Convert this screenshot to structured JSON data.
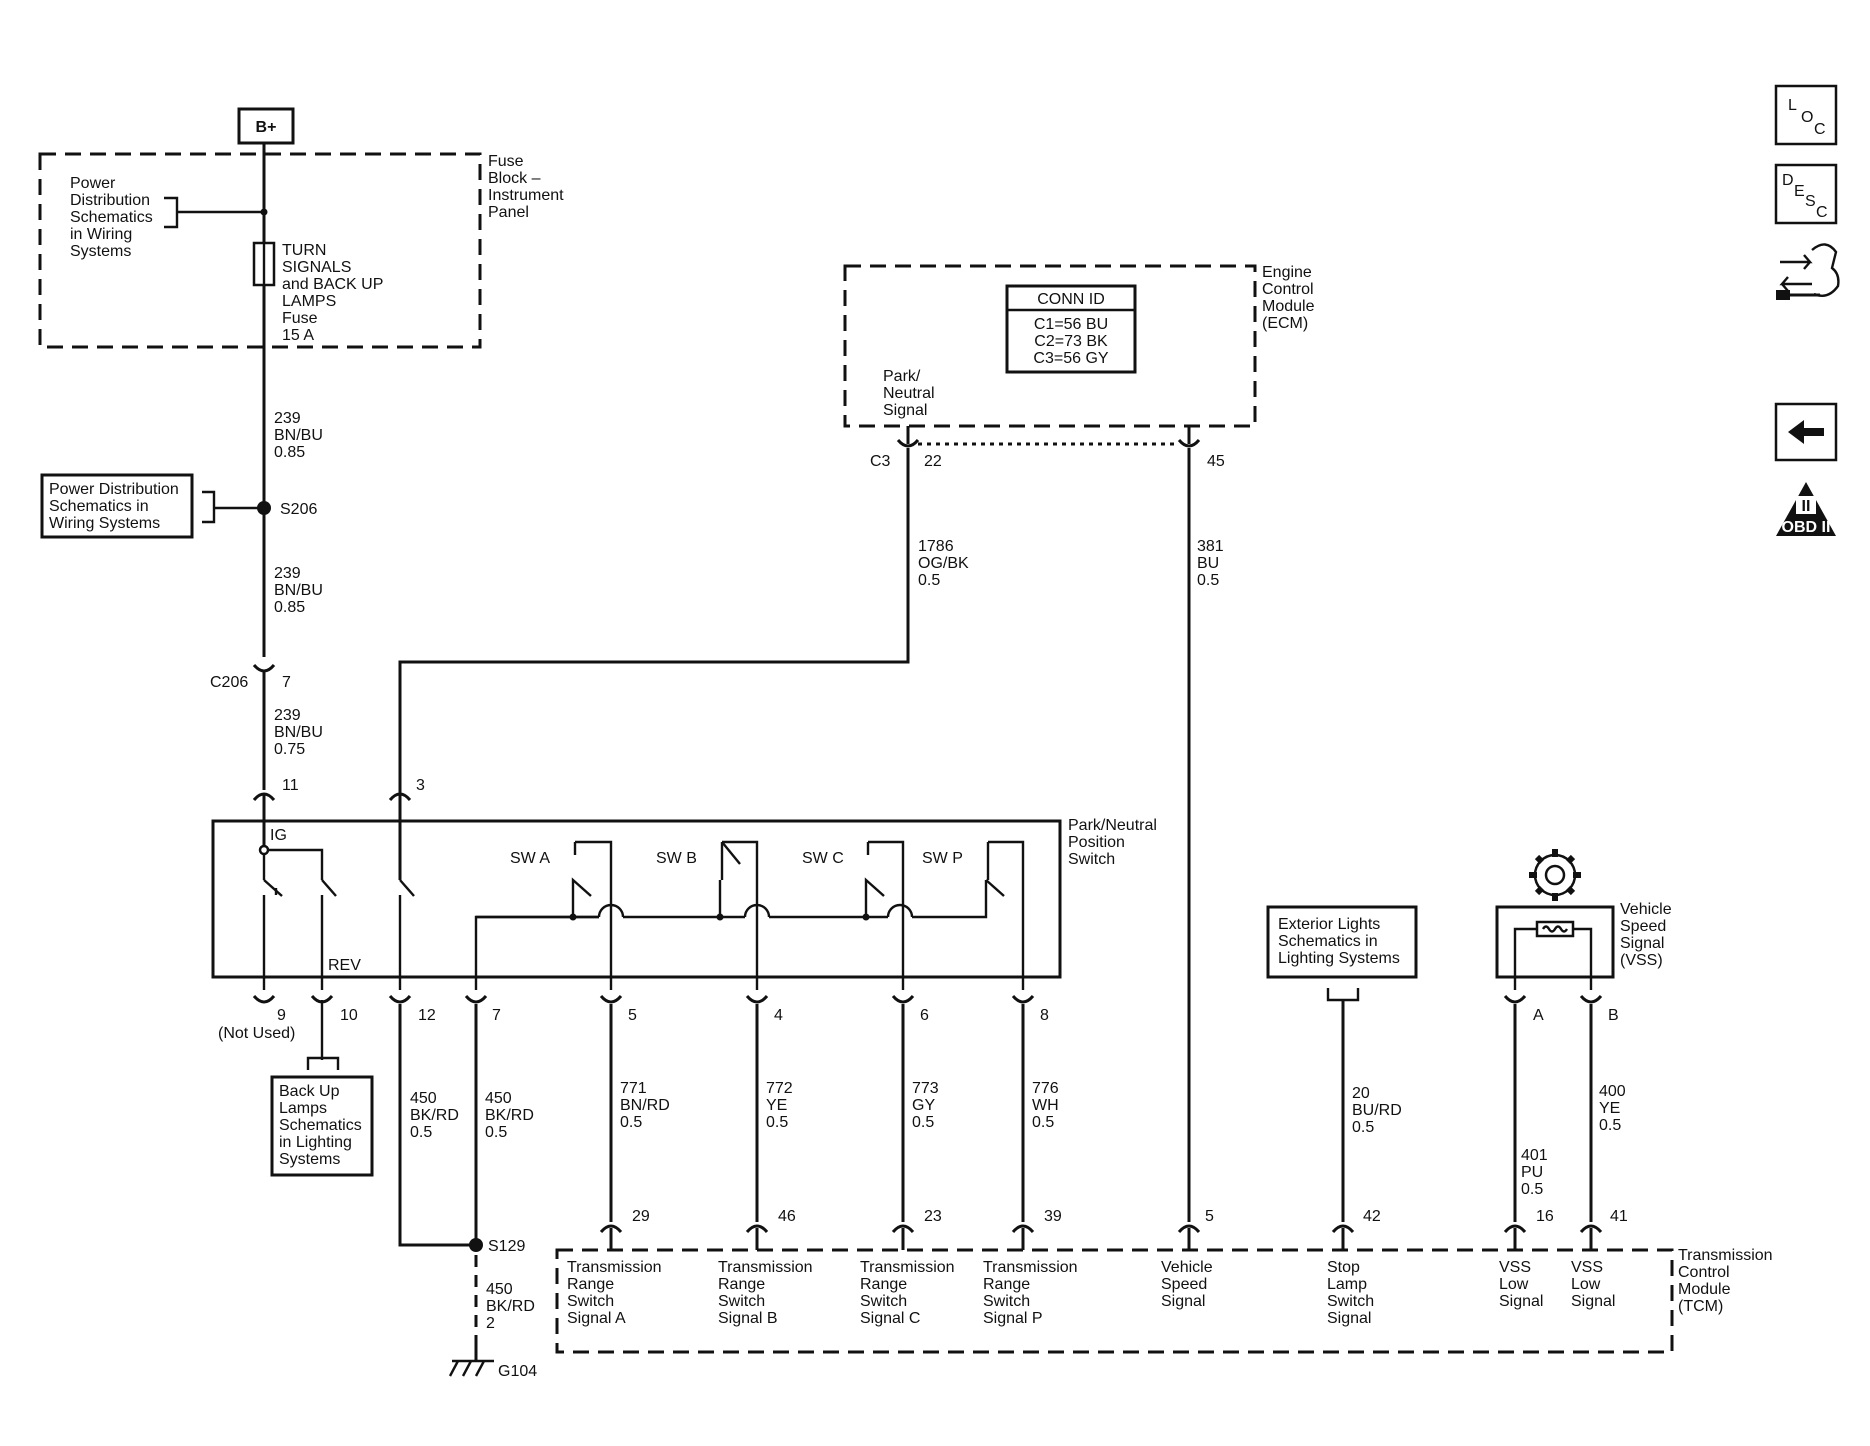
{
  "power": {
    "bplus": "B+"
  },
  "fuse_block": {
    "title": [
      "Fuse",
      "Block –",
      "Instrument",
      "Panel"
    ],
    "power_ref": [
      "Power",
      "Distribution",
      "Schematics",
      "in Wiring",
      "Systems"
    ],
    "fuse": [
      "TURN",
      "SIGNALS",
      "and BACK UP",
      "LAMPS",
      "Fuse",
      "15 A"
    ]
  },
  "wires": {
    "w239a": [
      "239",
      "BN/BU",
      "0.85"
    ],
    "w239b": [
      "239",
      "BN/BU",
      "0.85"
    ],
    "w239c": [
      "239",
      "BN/BU",
      "0.75"
    ],
    "w1786": [
      "1786",
      "OG/BK",
      "0.5"
    ],
    "w381": [
      "381",
      "BU",
      "0.5"
    ],
    "w450a": [
      "450",
      "BK/RD",
      "0.5"
    ],
    "w450b": [
      "450",
      "BK/RD",
      "0.5"
    ],
    "w450g": [
      "450",
      "BK/RD",
      "2"
    ],
    "w771": [
      "771",
      "BN/RD",
      "0.5"
    ],
    "w772": [
      "772",
      "YE",
      "0.5"
    ],
    "w773": [
      "773",
      "GY",
      "0.5"
    ],
    "w776": [
      "776",
      "WH",
      "0.5"
    ],
    "w20": [
      "20",
      "BU/RD",
      "0.5"
    ],
    "w401": [
      "401",
      "PU",
      "0.5"
    ],
    "w400": [
      "400",
      "YE",
      "0.5"
    ]
  },
  "splices": {
    "s206": "S206",
    "s129": "S129",
    "g104": "G104"
  },
  "power_dist_ref": [
    "Power Distribution",
    "Schematics in",
    "Wiring Systems"
  ],
  "connectors": {
    "c206": "C206",
    "c206_pin": "7",
    "c3": "C3",
    "ecm_pin_22": "22",
    "ecm_pin_45": "45",
    "pnp_top_11": "11",
    "pnp_top_3": "3",
    "pnp_bottom": [
      "9",
      "10",
      "12",
      "7",
      "5",
      "4",
      "6",
      "8"
    ],
    "not_used": "(Not Used)",
    "vss_a": "A",
    "vss_b": "B",
    "tcm_pins": [
      "29",
      "46",
      "23",
      "39",
      "5",
      "42",
      "16",
      "41"
    ]
  },
  "ecm": {
    "title": [
      "Engine",
      "Control",
      "Module",
      "(ECM)"
    ],
    "conn_id_header": "CONN ID",
    "conn_id_rows": [
      "C1=56 BU",
      "C2=73 BK",
      "C3=56 GY"
    ],
    "signal": [
      "Park/",
      "Neutral",
      "Signal"
    ]
  },
  "pnp_switch": {
    "title": [
      "Park/Neutral",
      "Position",
      "Switch"
    ],
    "ig": "IG",
    "rev": "REV",
    "sw_a": "SW  A",
    "sw_b": "SW  B",
    "sw_c": "SW  C",
    "sw_p": "SW  P"
  },
  "backup_ref": [
    "Back Up",
    "Lamps",
    "Schematics",
    "in Lighting",
    "Systems"
  ],
  "exterior_ref": [
    "Exterior Lights",
    "Schematics in",
    "Lighting Systems"
  ],
  "vss": {
    "title": [
      "Vehicle",
      "Speed",
      "Signal",
      "(VSS)"
    ]
  },
  "tcm": {
    "title": [
      "Transmission",
      "Control",
      "Module",
      "(TCM)"
    ],
    "signals": [
      [
        "Transmission",
        "Range",
        "Switch",
        "Signal A"
      ],
      [
        "Transmission",
        "Range",
        "Switch",
        "Signal B"
      ],
      [
        "Transmission",
        "Range",
        "Switch",
        "Signal C"
      ],
      [
        "Transmission",
        "Range",
        "Switch",
        "Signal P"
      ],
      [
        "Vehicle",
        "Speed",
        "Signal"
      ],
      [
        "Stop",
        "Lamp",
        "Switch",
        "Signal"
      ],
      [
        "VSS",
        "Low",
        "Signal"
      ],
      [
        "VSS",
        "Low",
        "Signal"
      ]
    ]
  },
  "side_icons": {
    "loc": [
      "L",
      "O",
      "C"
    ],
    "desc": [
      "D",
      "E",
      "S",
      "C"
    ],
    "obd": "OBD II",
    "obd_roman": "II",
    "names": [
      "loc-icon",
      "desc-icon",
      "connector-swap-icon",
      "back-arrow-icon",
      "obd-ii-icon"
    ]
  }
}
